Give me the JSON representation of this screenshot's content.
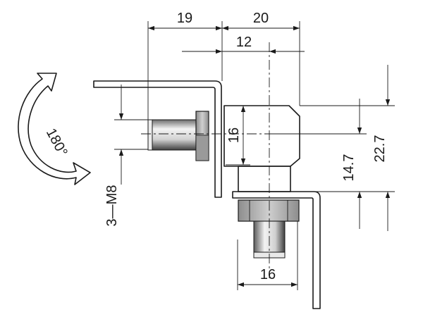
{
  "dimensions": {
    "top_left": "19",
    "top_right": "20",
    "second_row": "12",
    "body_height": "16",
    "bottom": "16",
    "right_inner": "14.7",
    "right_outer": "22.7",
    "thread": "3—M8"
  },
  "rotation_label": "180°",
  "colors": {
    "line": "#1a1a1a",
    "body_fill": "#ffffff",
    "bolt_dark": "#444444",
    "bolt_light": "#f2f2f2",
    "nut_fill": "#b5b5b5"
  }
}
